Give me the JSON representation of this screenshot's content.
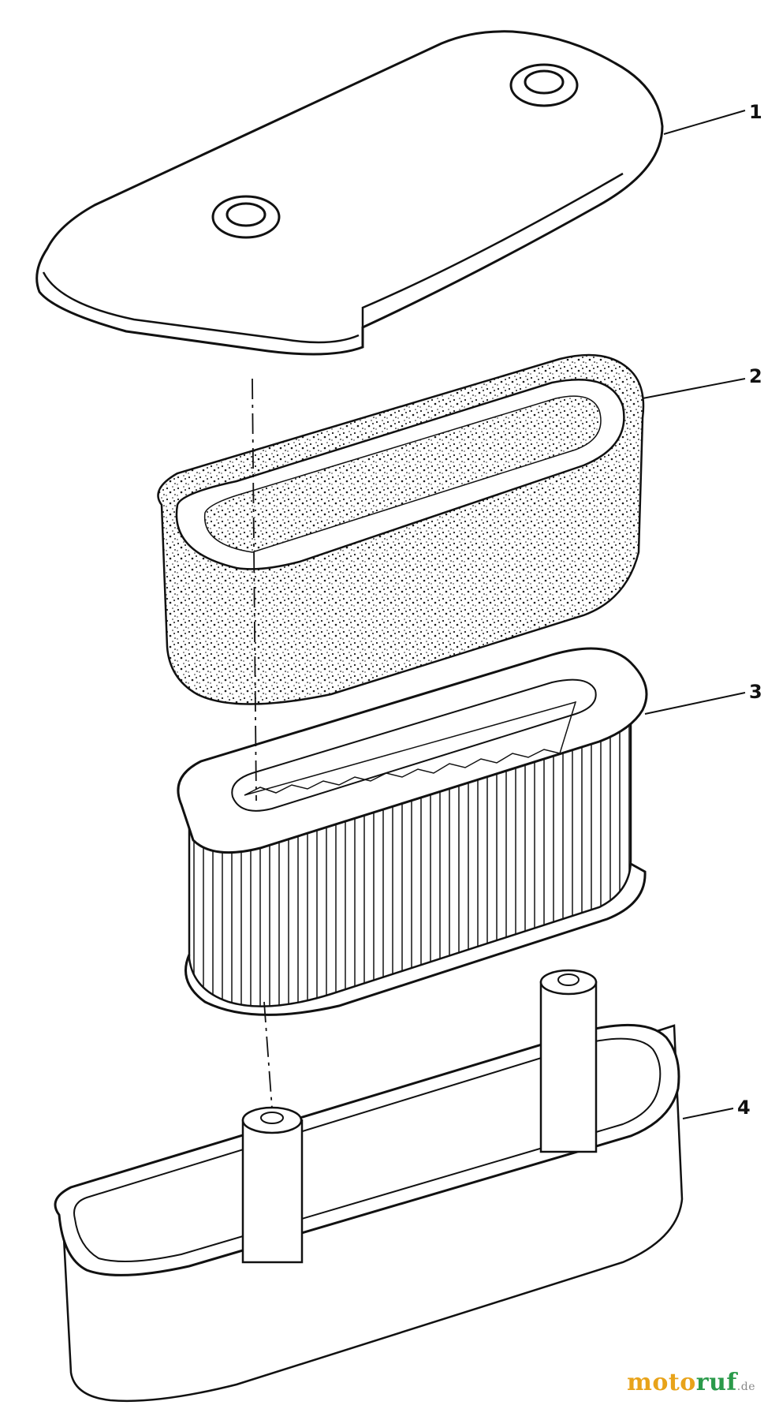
{
  "diagram": {
    "parts": [
      {
        "label": "1",
        "name": "air-cleaner-cover"
      },
      {
        "label": "2",
        "name": "foam-pre-cleaner"
      },
      {
        "label": "3",
        "name": "paper-filter-cartridge"
      },
      {
        "label": "4",
        "name": "air-cleaner-base"
      }
    ]
  },
  "watermark": {
    "brand_a": "moto",
    "brand_b": "ruf",
    "suffix": ".de"
  },
  "colors": {
    "line": "#111111",
    "paper": "#ffffff",
    "foam_dot": "#1a1a1a"
  }
}
